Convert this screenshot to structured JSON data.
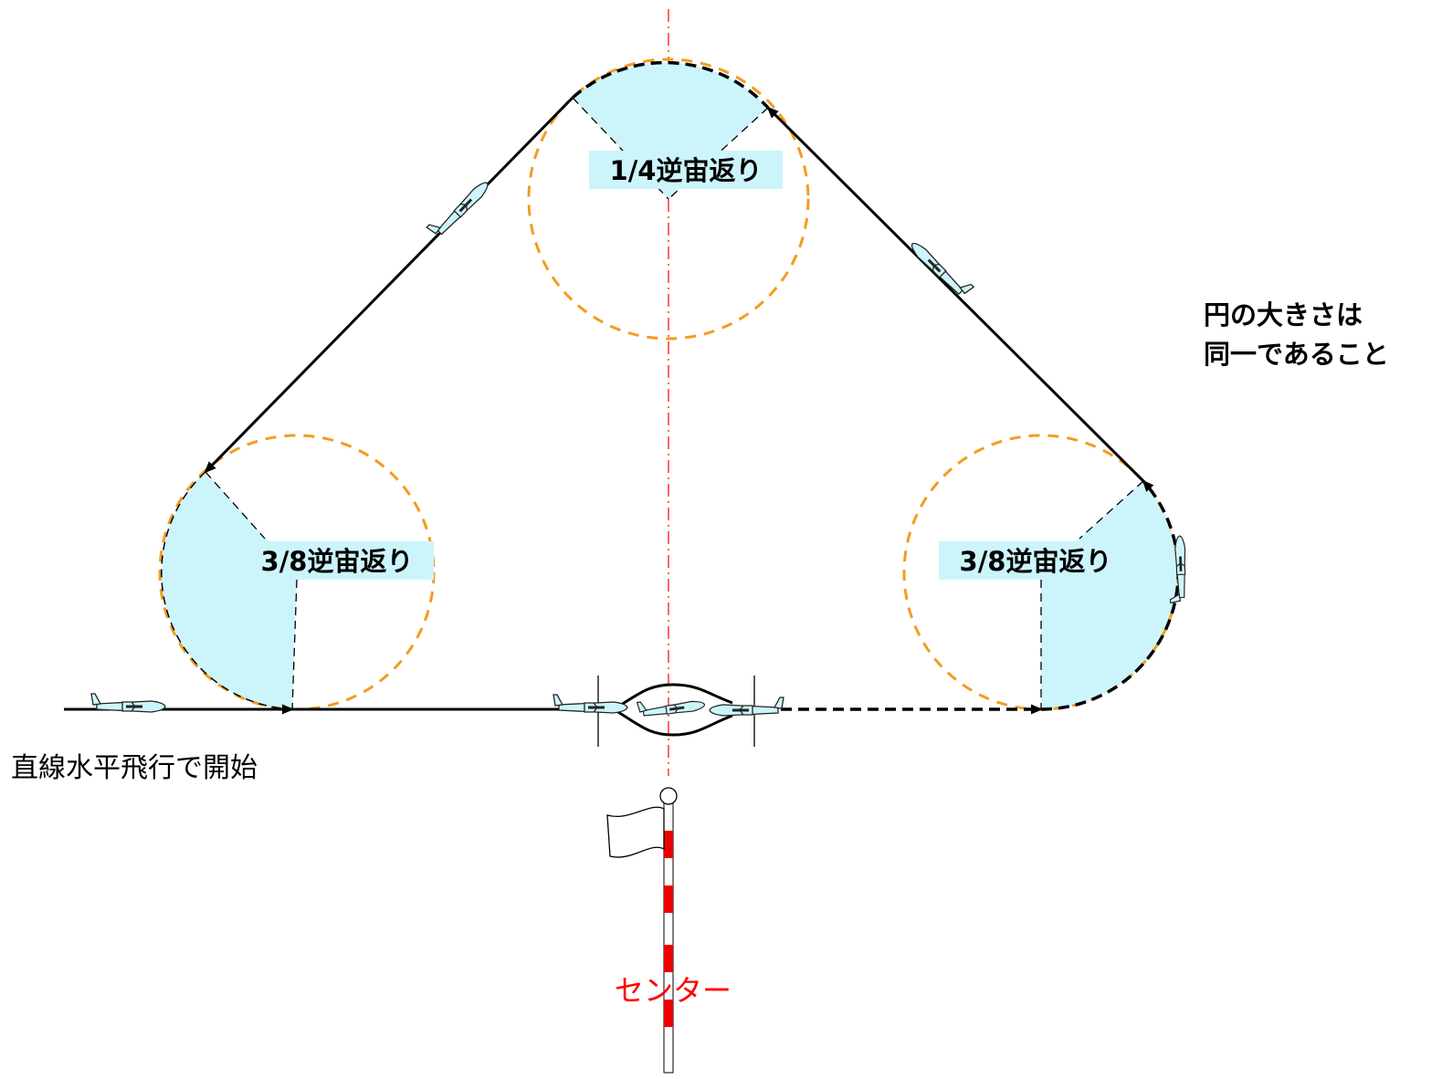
{
  "labels": {
    "top_maneuver": "1/4逆宙返り",
    "left_maneuver": "3/8逆宙返り",
    "right_maneuver": "3/8逆宙返り",
    "start": "直線水平飛行で開始",
    "note_line1": "円の大きさは",
    "note_line2": "同一であること",
    "center": "センター"
  },
  "colors": {
    "circle_outline": "#f39c1f",
    "sector_fill": "#ccf5fb",
    "path": "#000000",
    "center_line": "#ff0000",
    "pole_red": "#ee0000",
    "aircraft_fill": "#ccf5fb",
    "center_text": "#ff0000"
  },
  "icons": {
    "aircraft": "aircraft-icon",
    "flag": "flag-icon",
    "pole": "center-pole-icon"
  }
}
